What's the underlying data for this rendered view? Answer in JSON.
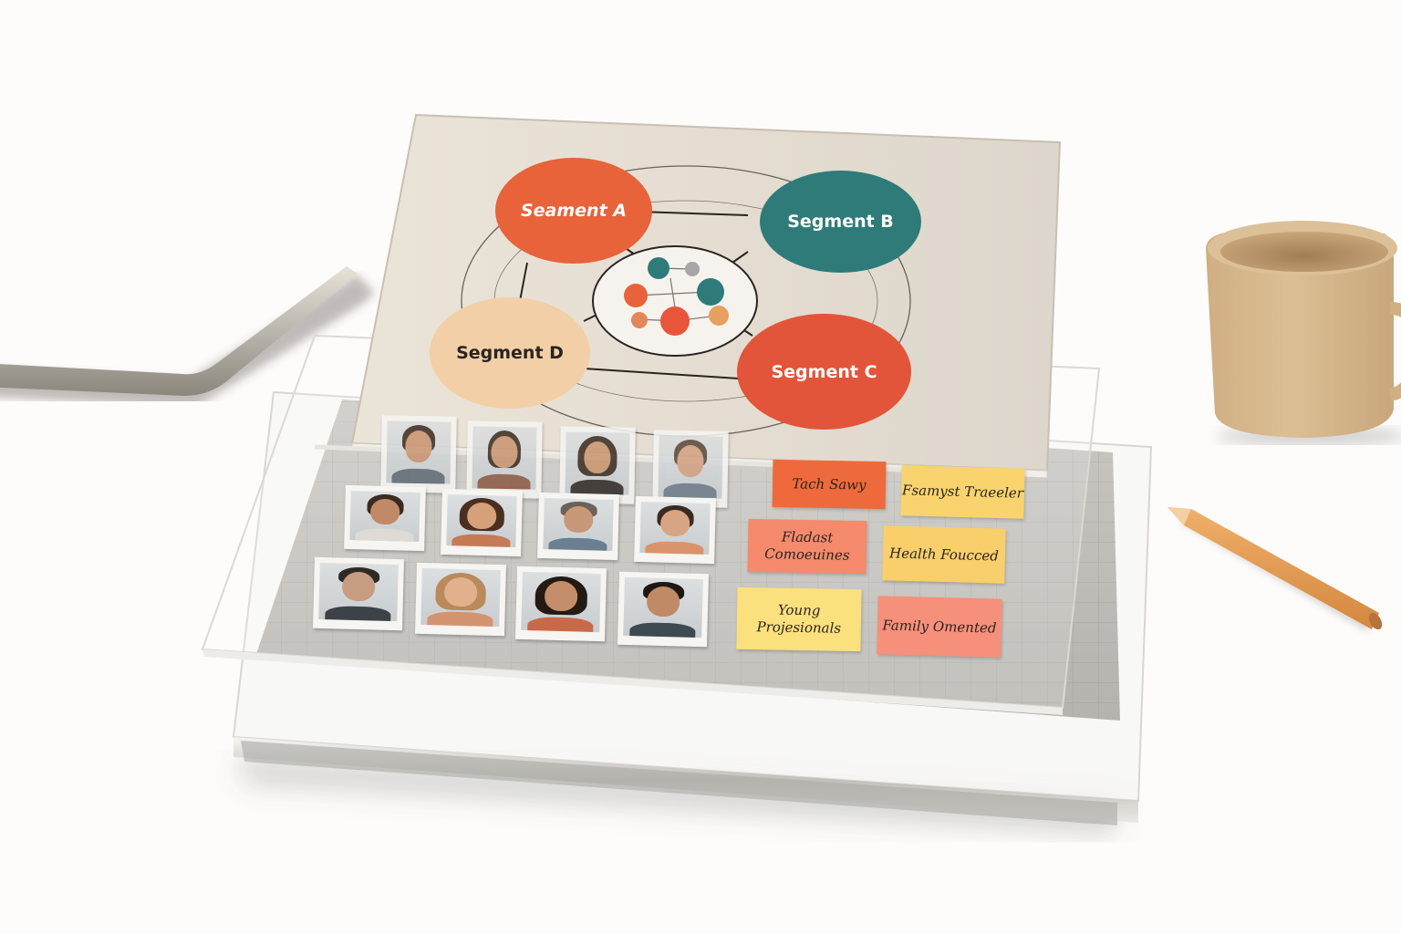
{
  "scene": {
    "description": "Layered acrylic customer-segmentation board on a white desk with a coffee mug, pencil and laptop edge"
  },
  "diagram": {
    "segments": [
      {
        "id": "A",
        "label": "Seament A",
        "color": "#e8623a",
        "text_color": "#ffffff"
      },
      {
        "id": "B",
        "label": "Segment B",
        "color": "#2f7b79",
        "text_color": "#ffffff"
      },
      {
        "id": "C",
        "label": "Segment C",
        "color": "#e3553a",
        "text_color": "#ffffff"
      },
      {
        "id": "D",
        "label": "Segment D",
        "color": "#f2cfa6",
        "text_color": "#2a2420"
      }
    ],
    "center_nodes": [
      {
        "color": "#2f7b79"
      },
      {
        "color": "#a6a6a6"
      },
      {
        "color": "#e8623a"
      },
      {
        "color": "#2f7b79"
      },
      {
        "color": "#e2875a"
      },
      {
        "color": "#e8553a"
      },
      {
        "color": "#e6a060"
      }
    ]
  },
  "persona_photos": {
    "rows": 3,
    "columns": 4,
    "count": 12
  },
  "sticky_notes": [
    {
      "label": "Tach Sawy",
      "color": "#ee6a3c"
    },
    {
      "label": "Fsamyst Traeeler",
      "color": "#f9d46e"
    },
    {
      "label": "Fladast Comoeuines",
      "color": "#f58a6c"
    },
    {
      "label": "Health Foucced",
      "color": "#f9cf6c"
    },
    {
      "label": "Young Projesionals",
      "color": "#fbe07e"
    },
    {
      "label": "Family Omented",
      "color": "#f6907a"
    }
  ],
  "colors": {
    "panel_top": "#e6ddd0",
    "board_gray": "#b8b6b1",
    "mug": "#d8b98c",
    "pencil": "#e39a52"
  }
}
